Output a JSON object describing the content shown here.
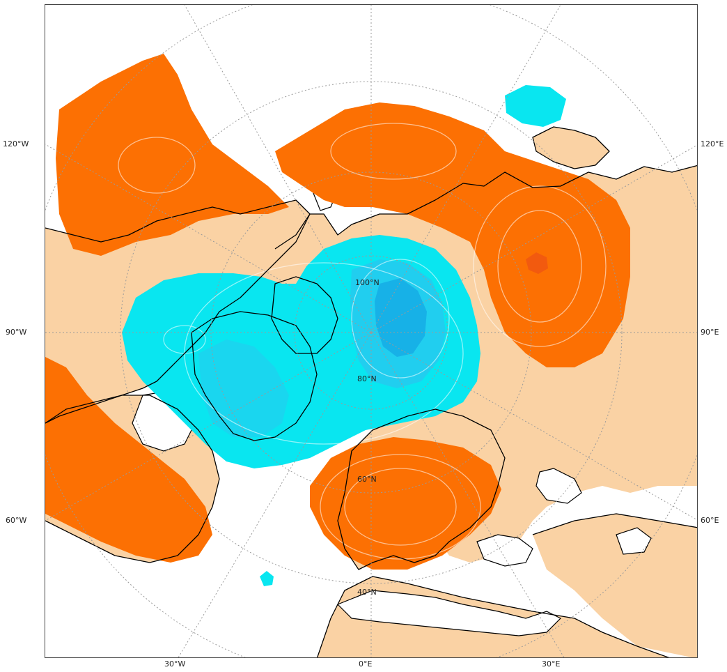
{
  "map": {
    "colors": {
      "land": "#fad2a4",
      "ocean": "#ffffff",
      "positive_anomaly": "#fc7003",
      "positive_anomaly_strong": "#f25a0f",
      "negative_anomaly": "#09e6f0",
      "negative_anomaly_mid": "#28c8ef",
      "negative_anomaly_strong": "#16aee6",
      "coastline": "#000000",
      "grid": "#9a9a9a"
    },
    "edge_labels": {
      "left_top": "120°W",
      "left_mid": "90°W",
      "left_bottom": "60°W",
      "right_top": "120°E",
      "right_mid": "90°E",
      "right_bottom": "60°E",
      "bottom_left": "30°W",
      "bottom_center": "0°E",
      "bottom_right": "30°E"
    },
    "latitude_labels": [
      "100°N",
      "80°N",
      "60°N",
      "40°N"
    ]
  }
}
